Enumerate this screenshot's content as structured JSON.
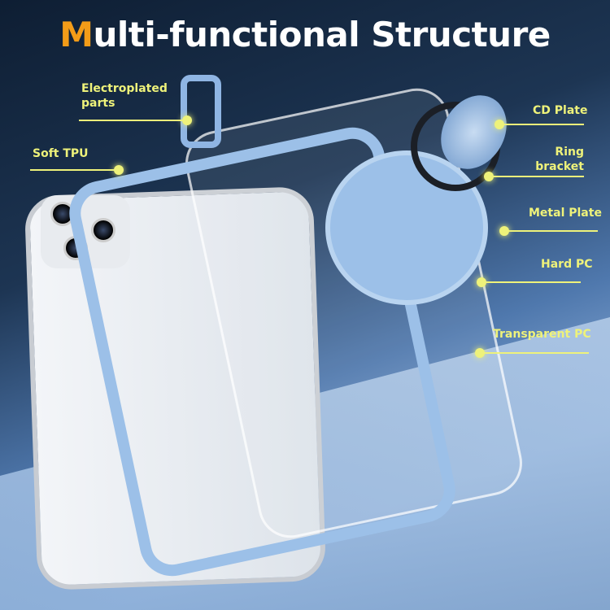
{
  "title": {
    "first_letter": "M",
    "rest": "ulti-functional Structure"
  },
  "labels": {
    "electroplated": "Electroplated parts",
    "soft_tpu": "Soft TPU",
    "cd_plate": "CD Plate",
    "ring_bracket": "Ring bracket",
    "metal_plate": "Metal Plate",
    "hard_pc": "Hard PC",
    "transparent_pc": "Transparent PC"
  },
  "colors": {
    "accent": "#f39c18",
    "label": "#eef27a",
    "case": "#9cc0e8"
  }
}
